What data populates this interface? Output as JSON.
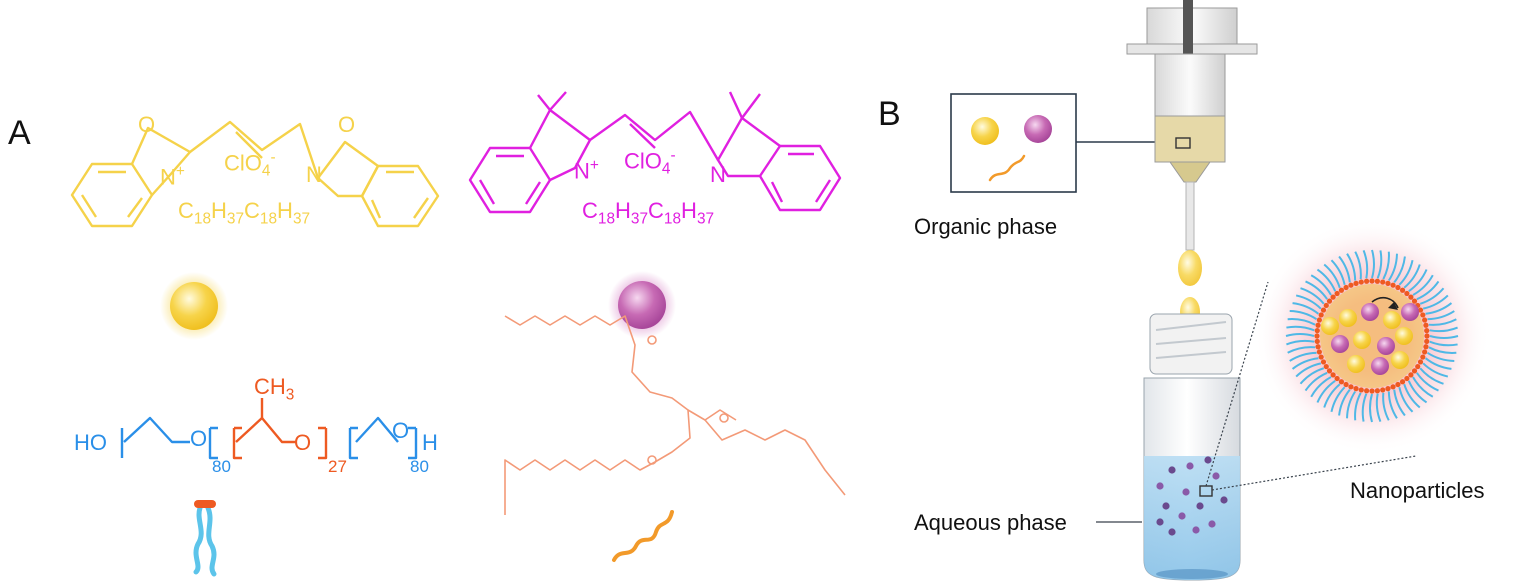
{
  "panels": {
    "a": "A",
    "b": "B"
  },
  "dio": {
    "n_plus": "N+",
    "counterion": "ClO4-",
    "n": "N",
    "o_left": "O",
    "o_right": "O",
    "chain_left": "C18H37",
    "chain_right": "C18H37"
  },
  "dil": {
    "n_plus": "N+",
    "counterion": "ClO4-",
    "n": "N",
    "chain_left": "C18H37",
    "chain_right": "C18H37"
  },
  "pluronic": {
    "ho": "HO",
    "o1": "O",
    "o2": "O",
    "o3": "O",
    "h_end": "H",
    "ch3": "CH3",
    "n1": "80",
    "n2": "27",
    "n3": "80"
  },
  "labels": {
    "organic": "Organic phase",
    "aqueous": "Aqueous phase",
    "nanoparticles": "Nanoparticles"
  },
  "colors": {
    "dio": "#f5d24a",
    "dil": "#e020e0",
    "peo": "#2a8fe8",
    "ppo": "#ee5a22",
    "triglyceride": "#f39a78",
    "water": "#9fd0ee"
  }
}
